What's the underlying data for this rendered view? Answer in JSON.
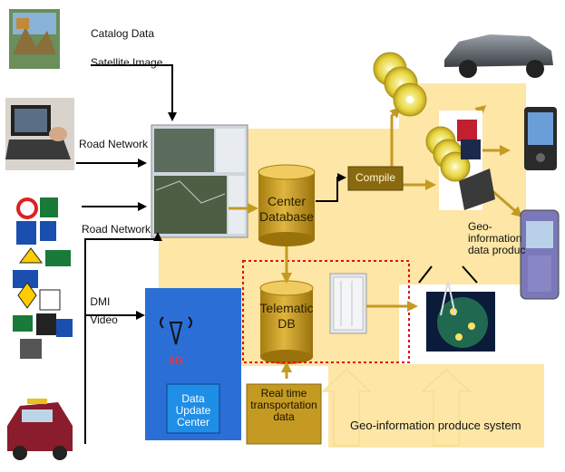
{
  "inputs": {
    "catalog_data": "Catalog Data",
    "satellite_image": "Satellite Image",
    "road_network_1": "Road Network",
    "road_network_2": "Road Network",
    "dmi": "DMI",
    "video": "Video"
  },
  "nodes": {
    "center_database": [
      "Center",
      "Database"
    ],
    "telematic_db": [
      "Telematic",
      "DB"
    ],
    "compile": "Compile",
    "data_update_center": [
      "Data Update",
      "Center"
    ],
    "signal_3g": "3G",
    "realtime_transport": [
      "Real time",
      "transportation",
      "data"
    ],
    "geo_info_product": [
      "Geo-",
      "information",
      "data produc"
    ],
    "geo_info_system": "Geo-information produce system"
  },
  "colors": {
    "yellow_bg": "#fde6a6",
    "gold": "#c49a22",
    "dark_gold": "#8a6a10",
    "blue": "#2b6fd6",
    "dark_blue": "#1f4fa8",
    "red_dotted": "#e01010"
  }
}
